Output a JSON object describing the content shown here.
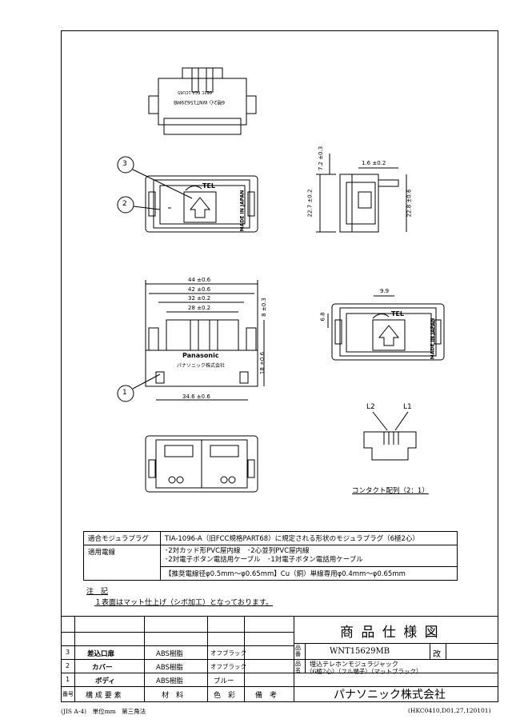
{
  "drawing": {
    "top_view": {
      "marking": "6極2心 WNT15629MB",
      "marking2": "6E2C 6CA 1CU65"
    },
    "front_view": {
      "tel_label": "TEL",
      "made_in": "MADE IN JAPAN"
    },
    "callouts": [
      "1",
      "2",
      "3"
    ],
    "side_dims": {
      "d1": "1.6 ±0.2",
      "d2": "7.2 ±0.3",
      "d3": "22.7 ±0.2",
      "d4": "22.8 ±0.6"
    },
    "bottom_dims": {
      "w44": "44 ±0.6",
      "w42": "42 ±0.6",
      "w32": "32 ±0.2",
      "w28": "28 ±0.2",
      "w346": "34.6 ±0.6",
      "h8": "8 ±0.3",
      "h18": "18 ±0.6"
    },
    "brand": {
      "name": "Panasonic",
      "kana": "パナソニック株式会社"
    },
    "right_dims": {
      "d99": "9.9",
      "d68": "6.8"
    },
    "contact": {
      "l2": "L2",
      "l1": "L1",
      "caption": "コンタクト配列（2：1）"
    }
  },
  "spec": {
    "row1_label": "適合モジュラプラグ",
    "row1_value": "TIA-1096-A（旧FCC規格PART68）に規定される形状のモジュラプラグ（6極2心）",
    "row2_label": "適用電線",
    "row2_line1": "･2対カッド形PVC屋内線　･2心並列PVC屋内線",
    "row2_line2": "･2対電子ボタン電話用ケーブル　･1対電子ボタン電話用ケーブル",
    "row2_line3": "【推奨電線径φ0.5mm～φ0.65mm】Cu（銅）単線専用φ0.4mm～φ0.65mm"
  },
  "note": {
    "title": "注　記",
    "text": "１表面はマット仕上げ（シボ加工）となっております。"
  },
  "title_block": {
    "parts": [
      {
        "no": "3",
        "name": "差込口扉",
        "material": "ABS樹脂",
        "color": "オフブラック"
      },
      {
        "no": "2",
        "name": "カバー",
        "material": "ABS樹脂",
        "color": "オフブラック"
      },
      {
        "no": "1",
        "name": "ボディ",
        "material": "ABS樹脂",
        "color": "ブルー"
      }
    ],
    "headers": {
      "no": "番号",
      "name": "構 成 要 素",
      "material": "材　料",
      "color": "色　彩",
      "remarks": "備　考"
    },
    "doc_title": "商 品 仕 様 図",
    "hin_ban_label": "品番",
    "part_number": "WNT15629MB",
    "kai_label": "改",
    "hin_mei_label": "品名",
    "product_name_1": "埋込テレホンモジュラジャック",
    "product_name_2": "（6極2心）（フル端子）（マットブラック）",
    "company": "パナソニック株式会社"
  },
  "footer": {
    "left": "(JIS A-4)　単位mm　第三角法",
    "right": "(HKC0410,D01,27,120101)"
  }
}
